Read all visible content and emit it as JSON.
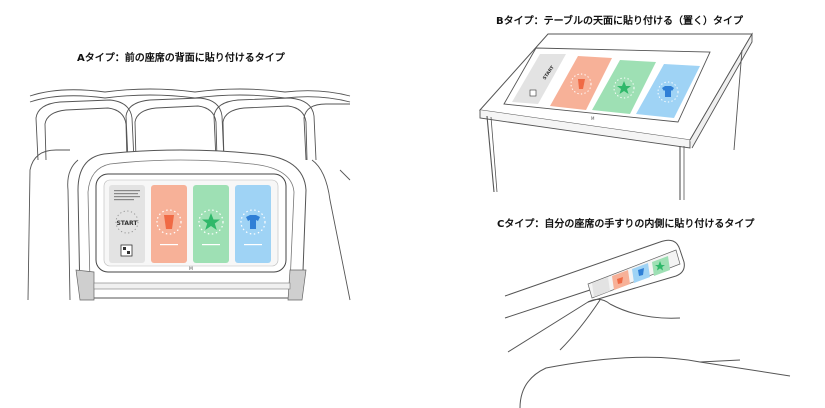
{
  "captions": {
    "a": "Aタイプ：前の座席の背面に貼り付けるタイプ",
    "b": "Bタイプ：テーブルの天面に貼り付ける（置く）タイプ",
    "c": "Cタイプ：自分の座席の手すりの内側に貼り付けるタイプ"
  },
  "device": {
    "start_label": "START",
    "logo_mark": "M"
  },
  "colors": {
    "start_card": "#e3e3e3",
    "orange_card": "#f7b198",
    "green_card": "#9ee0b4",
    "blue_card": "#9fd3f5",
    "orange_icon": "#f06a45",
    "green_icon": "#2fb86a",
    "blue_icon": "#2f7fd6"
  },
  "icons": [
    "cup-icon",
    "star-icon",
    "tshirt-icon",
    "qr-code-icon"
  ]
}
